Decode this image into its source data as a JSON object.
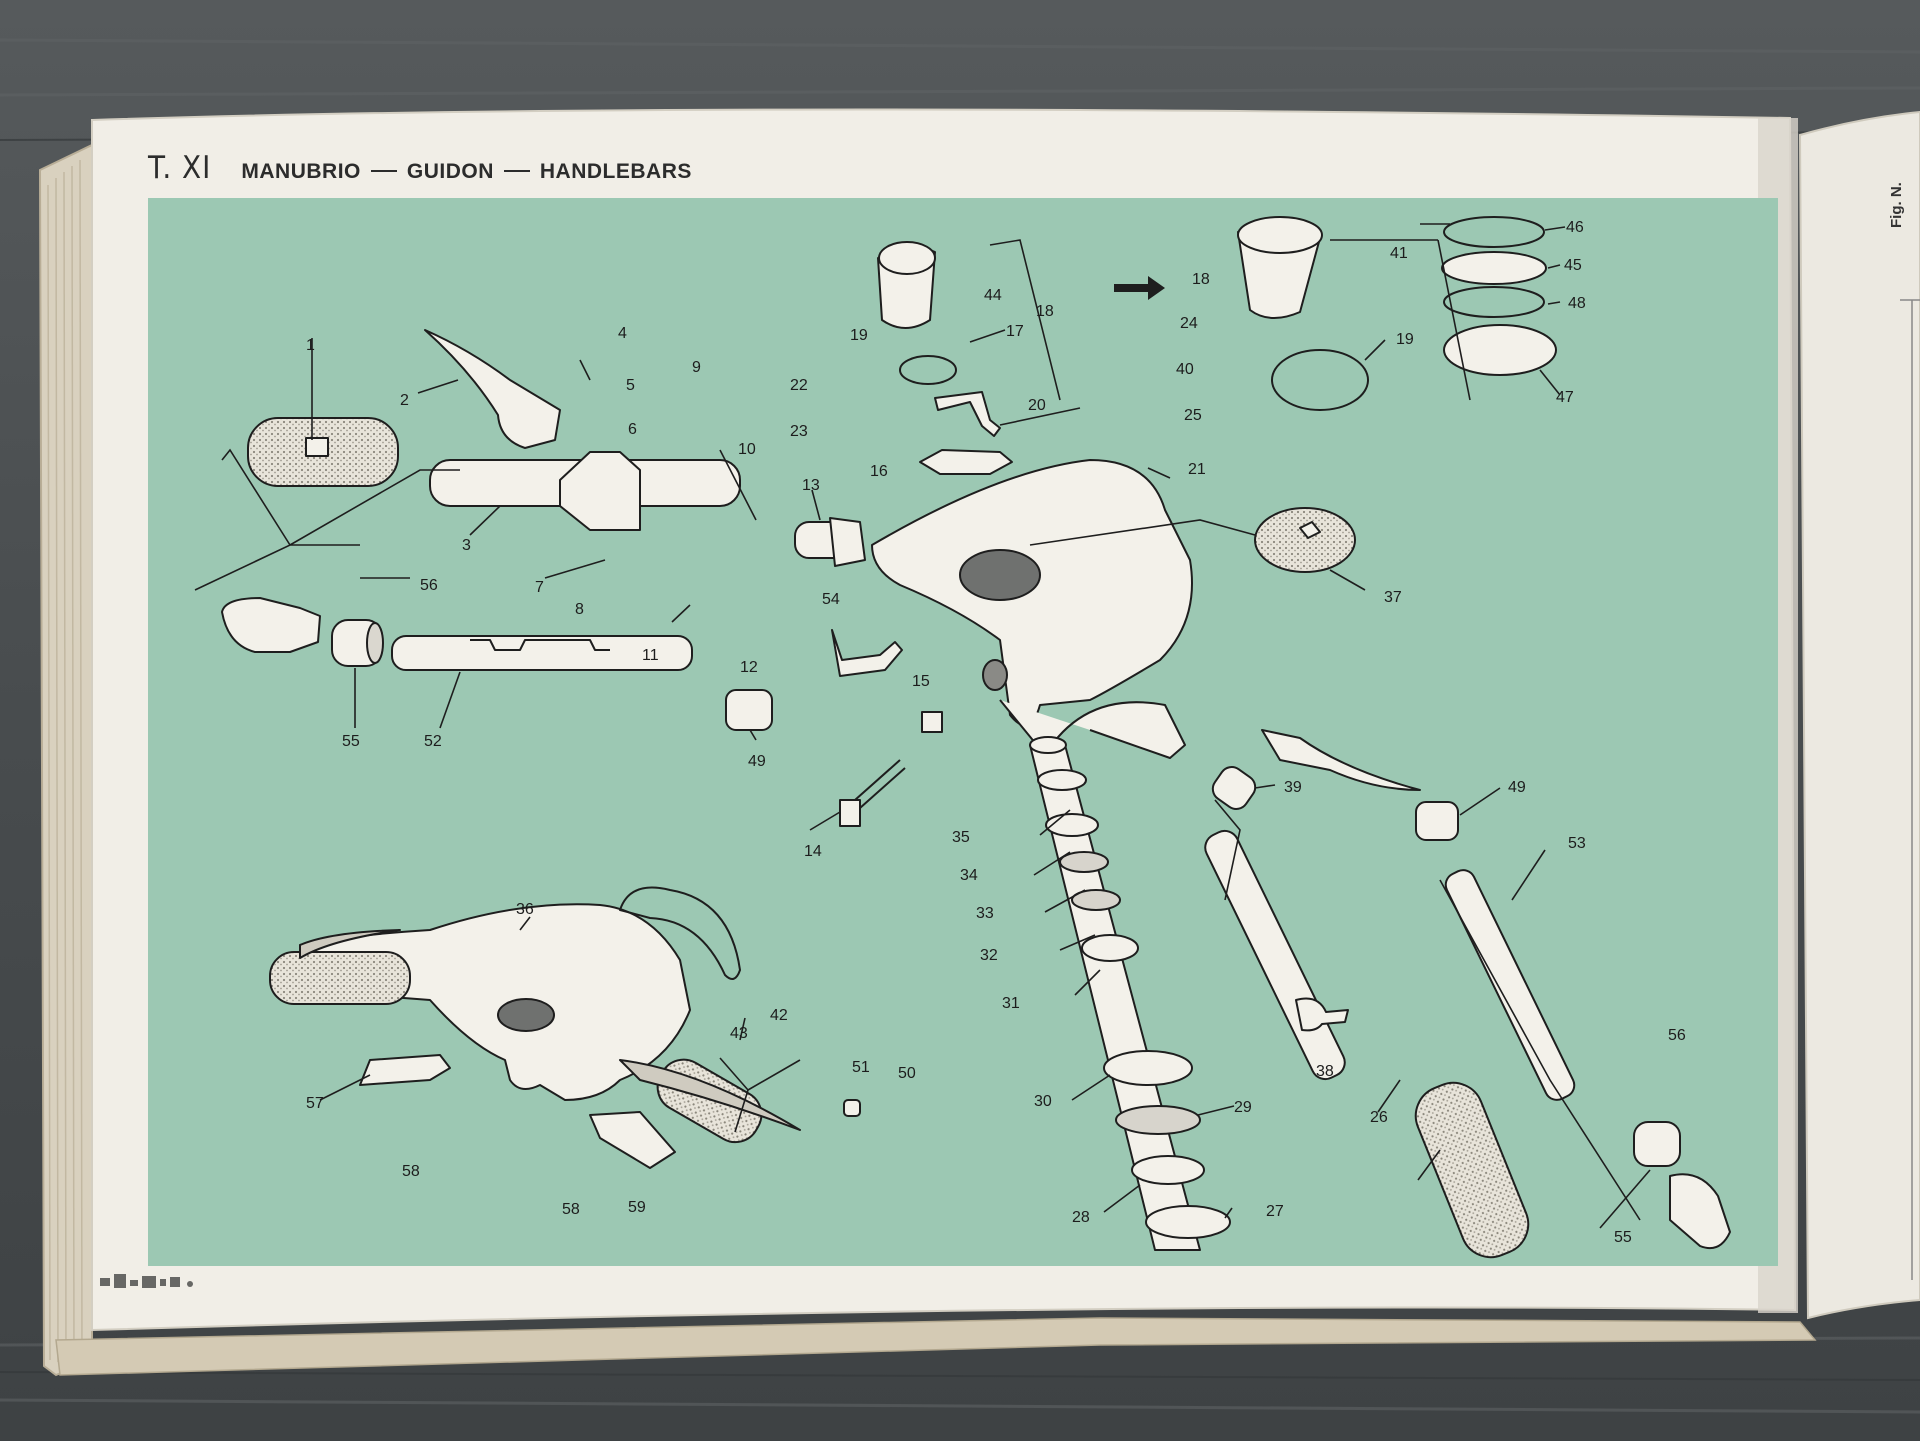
{
  "header": {
    "plate_number": "T. XI",
    "title_it": "MANUBRIO",
    "title_fr": "GUIDON",
    "title_en": "HANDLEBARS"
  },
  "side_page": {
    "column_label": "Fig. N."
  },
  "colors": {
    "plate_background": "#9cc8b3",
    "paper": "#f1eee7",
    "ink": "#222222",
    "table_wood": "#4b4f51"
  },
  "callouts": [
    {
      "id": "1",
      "text": "1"
    },
    {
      "id": "2",
      "text": "2"
    },
    {
      "id": "3",
      "text": "3"
    },
    {
      "id": "4",
      "text": "4"
    },
    {
      "id": "5",
      "text": "5"
    },
    {
      "id": "6",
      "text": "6"
    },
    {
      "id": "7",
      "text": "7"
    },
    {
      "id": "8",
      "text": "8"
    },
    {
      "id": "9",
      "text": "9"
    },
    {
      "id": "10",
      "text": "10"
    },
    {
      "id": "11",
      "text": "11"
    },
    {
      "id": "12",
      "text": "12"
    },
    {
      "id": "13",
      "text": "13"
    },
    {
      "id": "14",
      "text": "14"
    },
    {
      "id": "15",
      "text": "15"
    },
    {
      "id": "16",
      "text": "16"
    },
    {
      "id": "17",
      "text": "17"
    },
    {
      "id": "18",
      "text": "18"
    },
    {
      "id": "19",
      "text": "19"
    },
    {
      "id": "20",
      "text": "20"
    },
    {
      "id": "21",
      "text": "21"
    },
    {
      "id": "22",
      "text": "22"
    },
    {
      "id": "23",
      "text": "23"
    },
    {
      "id": "24",
      "text": "24"
    },
    {
      "id": "25",
      "text": "25"
    },
    {
      "id": "26",
      "text": "26"
    },
    {
      "id": "27",
      "text": "27"
    },
    {
      "id": "28",
      "text": "28"
    },
    {
      "id": "29",
      "text": "29"
    },
    {
      "id": "30",
      "text": "30"
    },
    {
      "id": "31",
      "text": "31"
    },
    {
      "id": "32",
      "text": "32"
    },
    {
      "id": "33",
      "text": "33"
    },
    {
      "id": "34",
      "text": "34"
    },
    {
      "id": "35",
      "text": "35"
    },
    {
      "id": "36",
      "text": "36"
    },
    {
      "id": "37",
      "text": "37"
    },
    {
      "id": "38",
      "text": "38"
    },
    {
      "id": "39",
      "text": "39"
    },
    {
      "id": "40",
      "text": "40"
    },
    {
      "id": "41",
      "text": "41"
    },
    {
      "id": "42",
      "text": "42"
    },
    {
      "id": "43",
      "text": "43"
    },
    {
      "id": "44",
      "text": "44"
    },
    {
      "id": "45",
      "text": "45"
    },
    {
      "id": "46",
      "text": "46"
    },
    {
      "id": "47",
      "text": "47"
    },
    {
      "id": "48",
      "text": "48"
    },
    {
      "id": "49",
      "text": "49"
    },
    {
      "id": "50",
      "text": "50"
    },
    {
      "id": "51",
      "text": "51"
    },
    {
      "id": "52",
      "text": "52"
    },
    {
      "id": "53",
      "text": "53"
    },
    {
      "id": "54",
      "text": "54"
    },
    {
      "id": "55",
      "text": "55"
    },
    {
      "id": "56",
      "text": "56"
    },
    {
      "id": "57",
      "text": "57"
    },
    {
      "id": "58",
      "text": "58"
    },
    {
      "id": "59",
      "text": "59"
    }
  ]
}
